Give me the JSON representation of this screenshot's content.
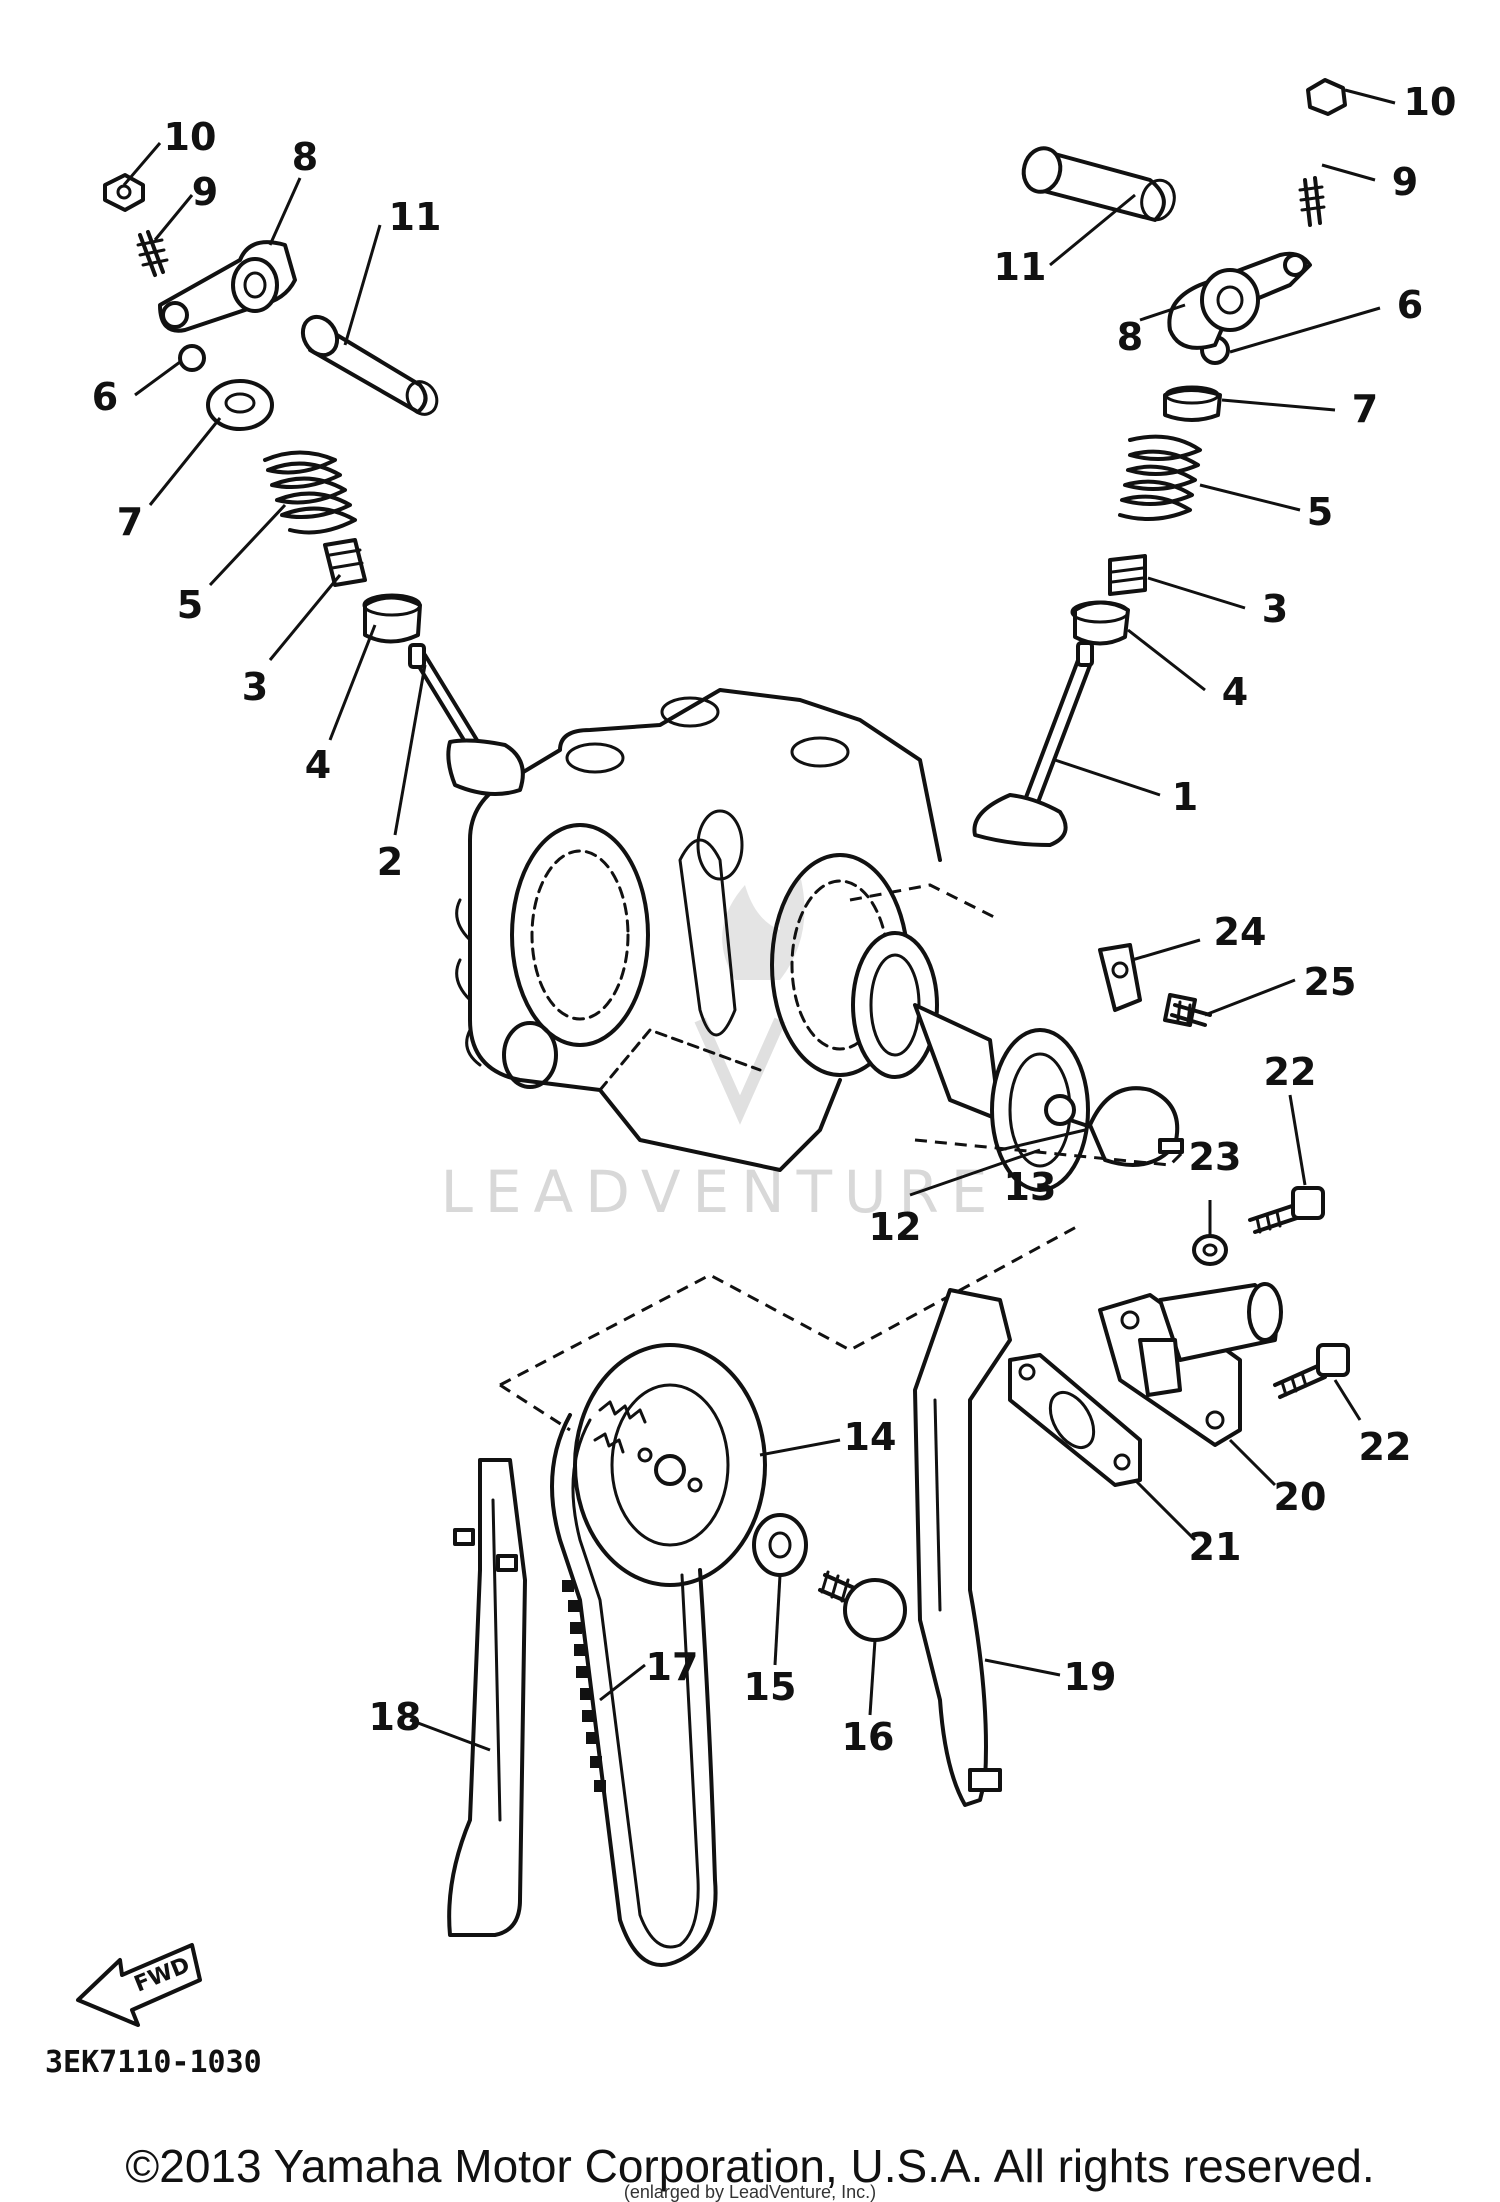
{
  "callouts": {
    "intake_valve": "2",
    "exhaust_valve": "1",
    "left_stem_seal": "3",
    "right_stem_seal": "3",
    "left_spring_seat": "4",
    "right_spring_seat": "4",
    "left_valve_spring": "5",
    "right_valve_spring": "5",
    "left_cotter": "6",
    "right_cotter": "6",
    "left_retainer": "7",
    "right_retainer": "7",
    "left_rocker_arm": "8",
    "right_rocker_arm": "8",
    "left_adjuster": "9",
    "right_adjuster": "9",
    "left_locknut": "10",
    "right_locknut": "10",
    "left_rocker_shaft": "11",
    "right_rocker_shaft": "11",
    "camshaft": "12",
    "cam_plate": "13",
    "cam_sprocket": "14",
    "washer": "15",
    "sprocket_bolt": "16",
    "cam_chain": "17",
    "chain_guide_exhaust": "18",
    "chain_guide_intake": "19",
    "tensioner": "20",
    "tensioner_gasket": "21",
    "bolt_upper": "22",
    "bolt_lower": "22",
    "washer_23": "23",
    "stopper_plate": "24",
    "plate_bolt": "25"
  },
  "fwd_label": "FWD",
  "diagram_code": "3EK7110-1030",
  "watermark": "LEADVENTURE",
  "copyright": "©2013 Yamaha Motor Corporation, U.S.A. All rights reserved.",
  "credit": "(enlarged by LeadVenture, Inc.)"
}
